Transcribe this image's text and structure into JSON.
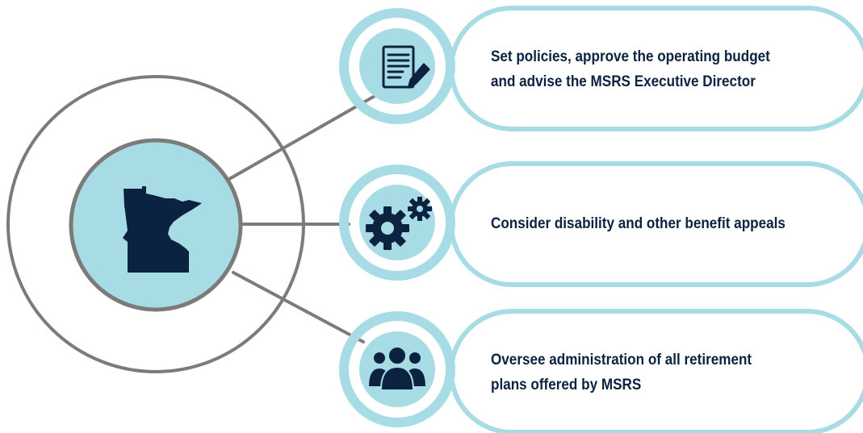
{
  "colors": {
    "dark_navy": "#0b2240",
    "light_teal": "#a8dce4",
    "ring_gray": "#7b7b7b"
  },
  "center": {
    "icon": "minnesota-state-icon"
  },
  "items": [
    {
      "icon": "document-pen-icon",
      "lines": [
        "Set policies, approve the operating budget",
        "and advise the MSRS Executive Director"
      ]
    },
    {
      "icon": "gears-icon",
      "lines": [
        "Consider disability and other benefit appeals"
      ]
    },
    {
      "icon": "people-group-icon",
      "lines": [
        "Oversee administration of all retirement",
        "plans offered by MSRS"
      ]
    }
  ]
}
